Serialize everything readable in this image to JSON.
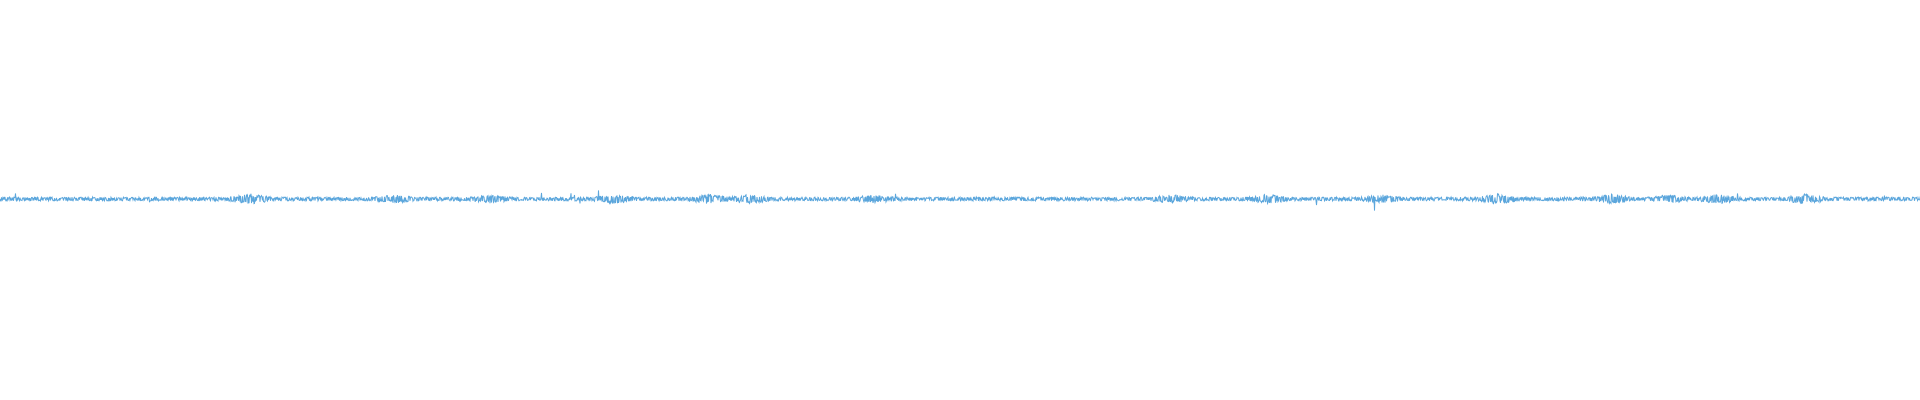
{
  "waveform": {
    "color": "#5ba6dc",
    "background": "#ffffff",
    "amplitude": 0.02,
    "bursts": [
      {
        "pos": 0.13,
        "strength": 2.0
      },
      {
        "pos": 0.205,
        "strength": 1.3
      },
      {
        "pos": 0.255,
        "strength": 1.3
      },
      {
        "pos": 0.32,
        "strength": 1.6
      },
      {
        "pos": 0.37,
        "strength": 1.8
      },
      {
        "pos": 0.39,
        "strength": 1.5
      },
      {
        "pos": 0.455,
        "strength": 1.2
      },
      {
        "pos": 0.61,
        "strength": 1.4
      },
      {
        "pos": 0.66,
        "strength": 1.6
      },
      {
        "pos": 0.72,
        "strength": 1.3
      },
      {
        "pos": 0.78,
        "strength": 1.9
      },
      {
        "pos": 0.84,
        "strength": 1.8
      },
      {
        "pos": 0.87,
        "strength": 1.4
      },
      {
        "pos": 0.895,
        "strength": 1.6
      },
      {
        "pos": 0.94,
        "strength": 1.7
      }
    ]
  }
}
